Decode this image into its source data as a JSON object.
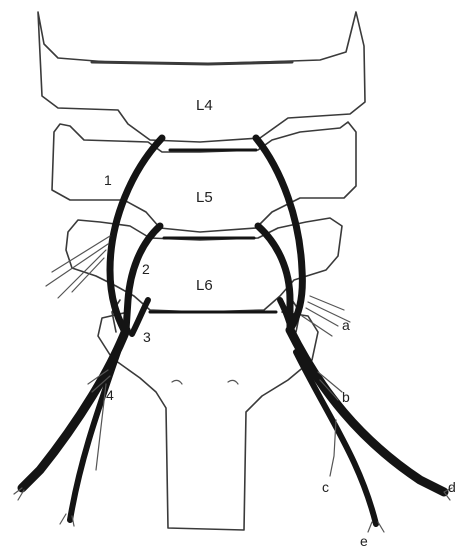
{
  "vertebrae": [
    "L4",
    "L5",
    "L6"
  ],
  "numbers": [
    "1",
    "2",
    "3",
    "4"
  ],
  "branches": [
    "a",
    "b",
    "c",
    "d",
    "e"
  ]
}
